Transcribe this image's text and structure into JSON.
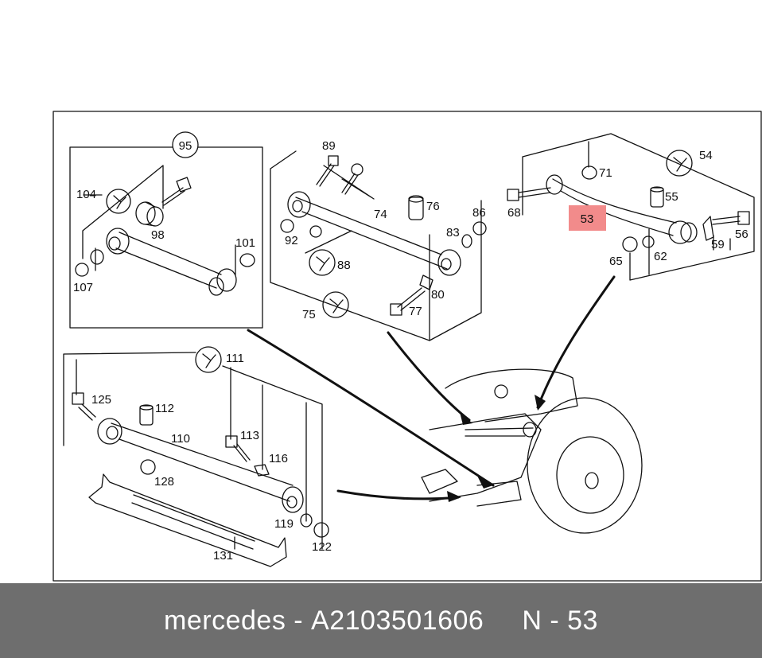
{
  "caption": {
    "brand": "mercedes",
    "separator": " - ",
    "part_number": "A2103501606",
    "position_prefix": "N - ",
    "position_number": "53"
  },
  "highlight": {
    "label": "53",
    "color": "#f28b8b"
  },
  "callouts": {
    "n95": "95",
    "n104": "104",
    "n98": "98",
    "n101": "101",
    "n107": "107",
    "n89": "89",
    "n74": "74",
    "n76": "76",
    "n83": "83",
    "n86": "86",
    "n92": "92",
    "n88": "88",
    "n80": "80",
    "n77": "77",
    "n75": "75",
    "n54": "54",
    "n71": "71",
    "n55": "55",
    "n68": "68",
    "n56": "56",
    "n59": "59",
    "n65": "65",
    "n62": "62",
    "n111": "111",
    "n125": "125",
    "n112": "112",
    "n110": "110",
    "n113": "113",
    "n116": "116",
    "n128": "128",
    "n119": "119",
    "n122": "122",
    "n131": "131"
  },
  "colors": {
    "line": "#111111",
    "caption_bg": "#6e6e6e",
    "caption_text": "#ffffff"
  }
}
